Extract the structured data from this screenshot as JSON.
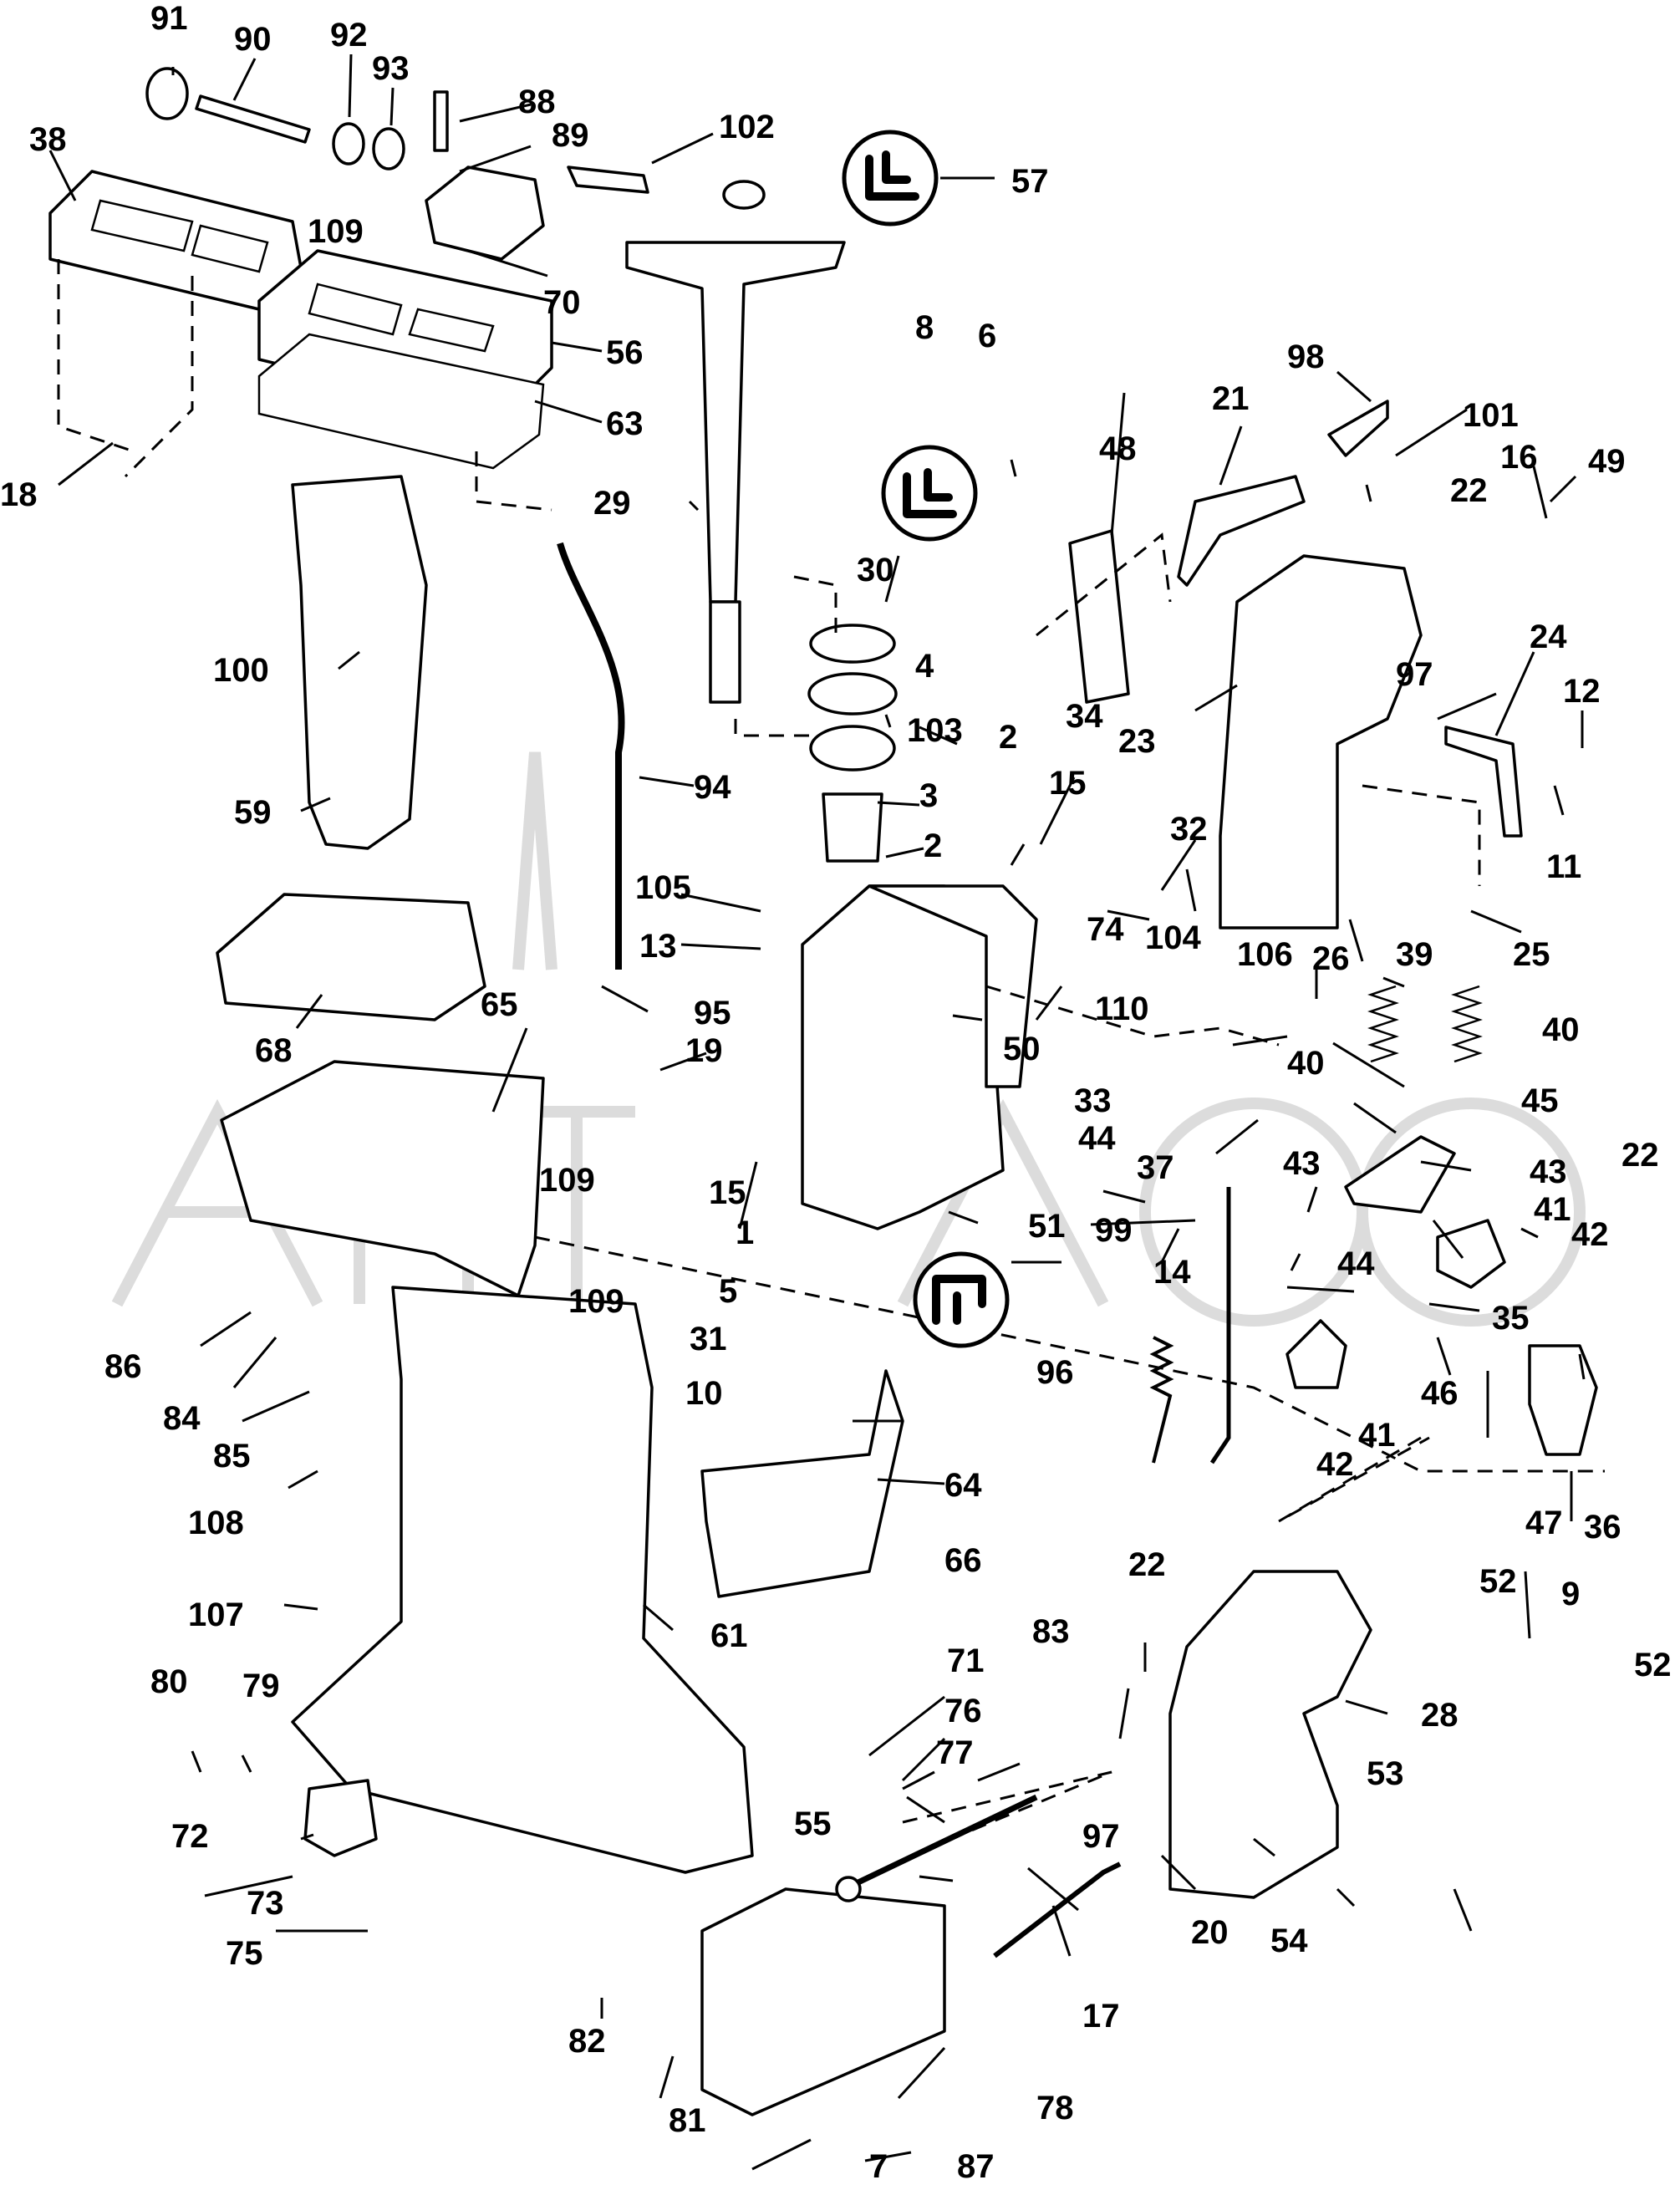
{
  "diagram": {
    "type": "exploded-parts-view",
    "callouts": [
      "1",
      "2",
      "3",
      "4",
      "5",
      "6",
      "7",
      "8",
      "9",
      "10",
      "11",
      "12",
      "13",
      "14",
      "15",
      "16",
      "17",
      "18",
      "19",
      "20",
      "21",
      "22",
      "23",
      "24",
      "25",
      "26",
      "28",
      "29",
      "30",
      "31",
      "32",
      "33",
      "34",
      "35",
      "36",
      "37",
      "38",
      "39",
      "40",
      "41",
      "42",
      "43",
      "44",
      "45",
      "46",
      "47",
      "48",
      "49",
      "50",
      "51",
      "52",
      "53",
      "54",
      "55",
      "56",
      "57",
      "59",
      "61",
      "63",
      "64",
      "65",
      "66",
      "68",
      "70",
      "71",
      "72",
      "73",
      "74",
      "75",
      "76",
      "77",
      "78",
      "79",
      "80",
      "81",
      "82",
      "83",
      "84",
      "85",
      "86",
      "87",
      "88",
      "89",
      "90",
      "91",
      "92",
      "93",
      "94",
      "95",
      "96",
      "97",
      "98",
      "99",
      "100",
      "101",
      "102",
      "103",
      "104",
      "105",
      "106",
      "107",
      "108",
      "109",
      "110"
    ],
    "symbols": [
      {
        "name": "lubricant-symbol-a",
        "near_callout": "57"
      },
      {
        "name": "lubricant-symbol-b",
        "near_callout": "4"
      },
      {
        "name": "lubricant-symbol-c",
        "near_callout": "5"
      }
    ],
    "watermark_present": true
  }
}
